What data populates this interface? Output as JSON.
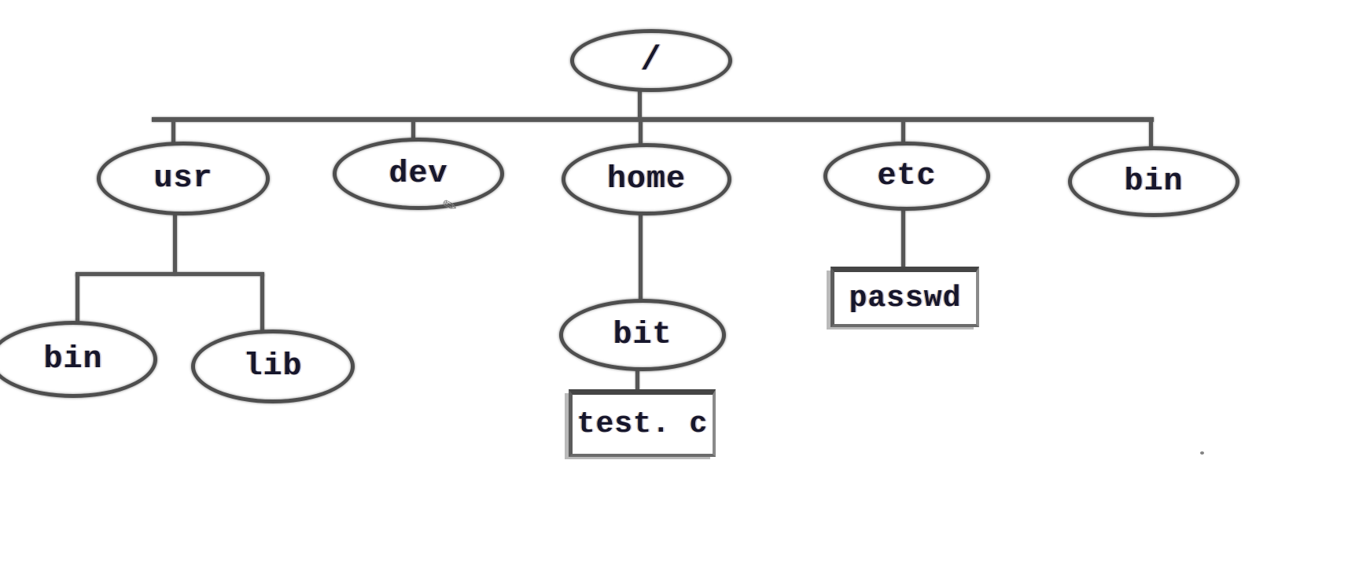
{
  "diagram": {
    "type": "tree",
    "description": "Filesystem directory tree",
    "colors": {
      "background": "#ffffff",
      "line": "#575757",
      "node_border": "#4e4e4e",
      "node_fill": "#ffffff",
      "text": "#16162c"
    },
    "nodes": {
      "root": {
        "label": "/",
        "shape": "ellipse"
      },
      "usr": {
        "label": "usr",
        "shape": "ellipse"
      },
      "dev": {
        "label": "dev",
        "shape": "ellipse"
      },
      "home": {
        "label": "home",
        "shape": "ellipse"
      },
      "etc": {
        "label": "etc",
        "shape": "ellipse"
      },
      "bin": {
        "label": "bin",
        "shape": "ellipse"
      },
      "usr_bin": {
        "label": "bin",
        "shape": "ellipse"
      },
      "usr_lib": {
        "label": "lib",
        "shape": "ellipse"
      },
      "home_bit": {
        "label": "bit",
        "shape": "ellipse"
      },
      "bit_testc": {
        "label": "test. c",
        "shape": "rectangle"
      },
      "etc_passwd": {
        "label": "passwd",
        "shape": "rectangle"
      }
    },
    "edges": [
      {
        "from": "/",
        "to": "usr"
      },
      {
        "from": "/",
        "to": "dev"
      },
      {
        "from": "/",
        "to": "home"
      },
      {
        "from": "/",
        "to": "etc"
      },
      {
        "from": "/",
        "to": "bin"
      },
      {
        "from": "usr",
        "to": "bin"
      },
      {
        "from": "usr",
        "to": "lib"
      },
      {
        "from": "home",
        "to": "bit"
      },
      {
        "from": "bit",
        "to": "test. c"
      },
      {
        "from": "etc",
        "to": "passwd"
      }
    ],
    "cursor": {
      "glyph": "✎"
    }
  }
}
